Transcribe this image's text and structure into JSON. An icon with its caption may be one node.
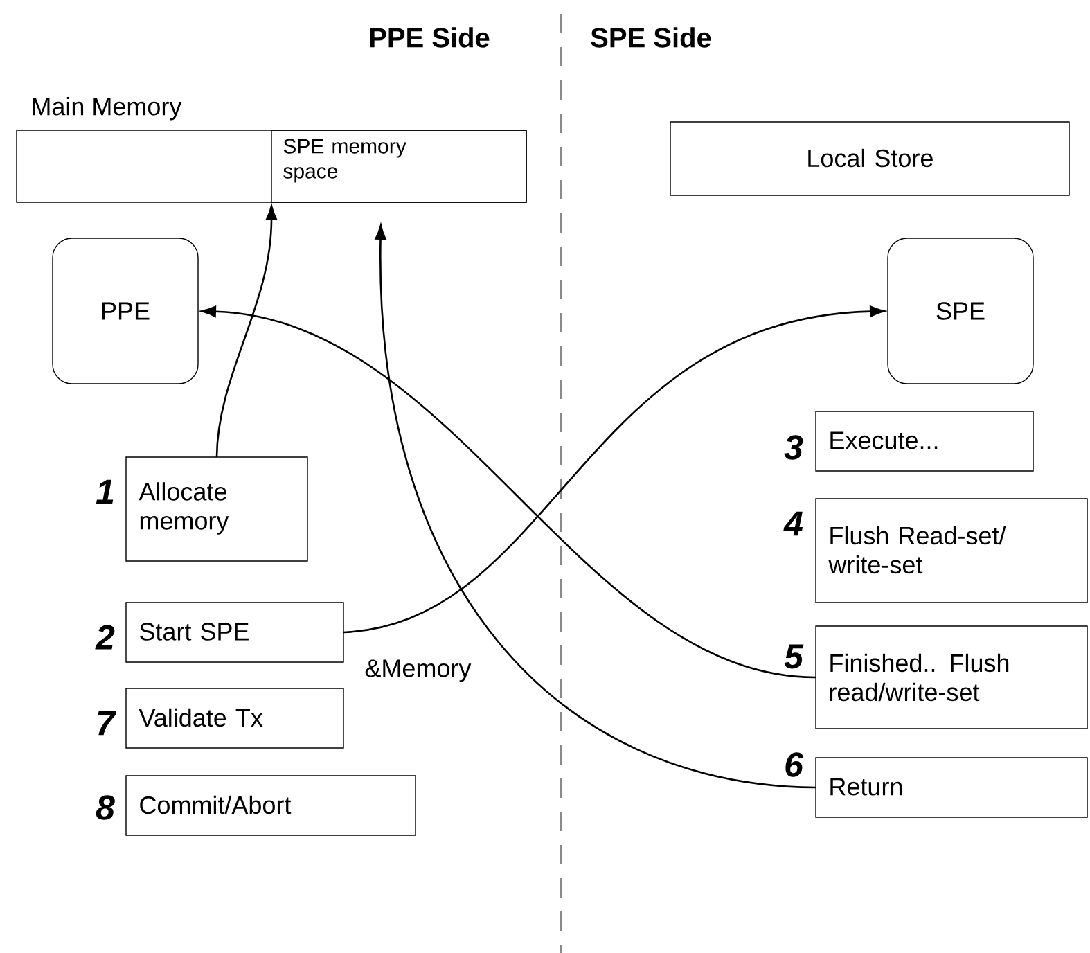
{
  "diagram": {
    "nodes": [
      {
        "text": [
          "Main Memory"
        ]
      },
      {
        "text": [
          "SPE memory space"
        ],
        "in": 0
      },
      {
        "text": [
          "Local Store"
        ]
      },
      {
        "text": [
          "PPE"
        ]
      },
      {
        "text": [
          "SPE"
        ]
      },
      {
        "text": [
          "Allocate memory"
        ],
        "beside": [
          "1"
        ]
      },
      {
        "text": [
          "Start SPE"
        ],
        "beside": [
          "2"
        ]
      },
      {
        "text": [
          "Validate Tx"
        ],
        "beside": [
          "7"
        ]
      },
      {
        "text": [
          "Commit/Abort"
        ],
        "beside": [
          "8"
        ]
      },
      {
        "text": [
          "Execute..."
        ],
        "beside": [
          "3"
        ]
      },
      {
        "text": [
          "Flush Read-set/ write-set"
        ],
        "beside": [
          "4"
        ]
      },
      {
        "text": [
          "Finished.. Flush read/write-set"
        ],
        "beside": [
          "5"
        ]
      },
      {
        "text": [
          "Return"
        ],
        "beside": [
          "6"
        ]
      }
    ],
    "edges": [
      {
        "from": 5,
        "to": 1,
        "arrow": "to"
      },
      {
        "from": 6,
        "to": 4,
        "arrow": "to",
        "label": "&Memory"
      },
      {
        "from": 11,
        "to": 3,
        "arrow": "to"
      },
      {
        "from": 12,
        "to": 1,
        "arrow": "to"
      }
    ],
    "labels": [
      "PPE Side",
      "SPE Side"
    ]
  }
}
